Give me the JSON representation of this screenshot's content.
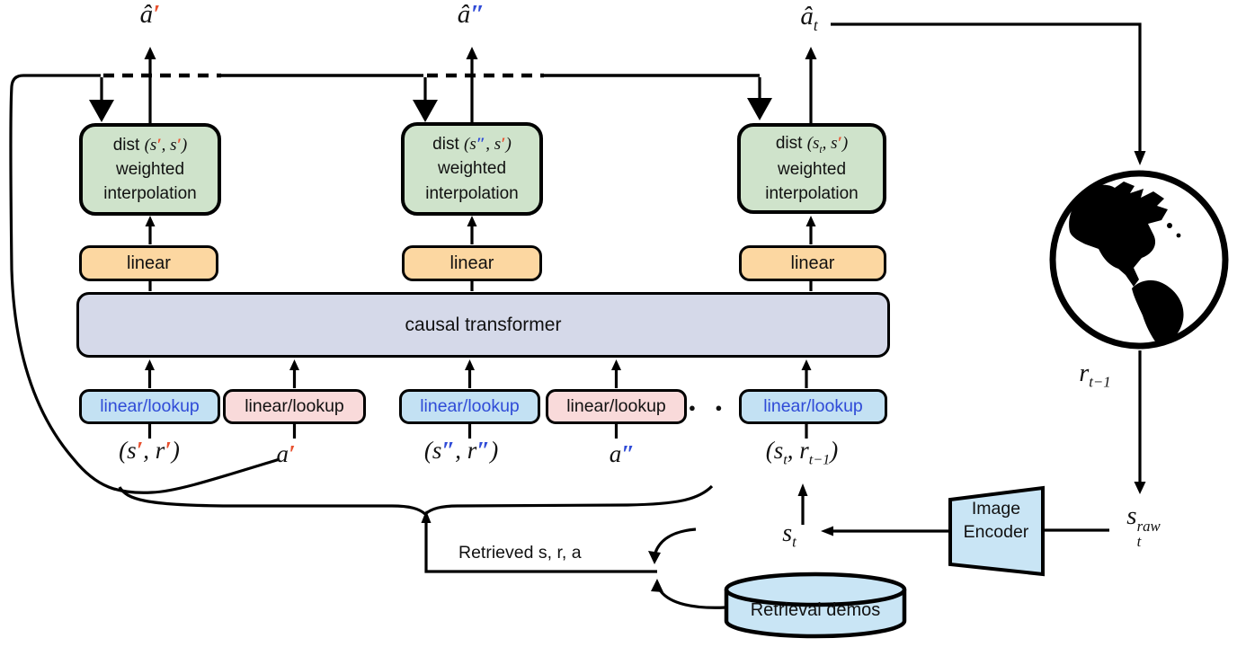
{
  "colors": {
    "dist_box_green": "#cfe3cb",
    "linear_box_orange": "#fcd7a1",
    "transformer_box_lavender": "#d5d9e9",
    "lookup_box_blue": "#c3e1f3",
    "lookup_box_pink": "#f9dada",
    "data_node_blue": "#c9e5f5",
    "prime_red": "#e8512f",
    "prime_blue": "#2f4bd7",
    "stroke_black": "#000000"
  },
  "outputs": {
    "col1": {
      "base": "â",
      "mark": "′"
    },
    "col2": {
      "base": "â",
      "mark": "″"
    },
    "col3": {
      "base": "â",
      "sub": "t"
    }
  },
  "dist_boxes": {
    "col1": {
      "fn": "dist",
      "open": "(",
      "s1": "s",
      "m1": "′",
      "sep": ", ",
      "s2": "s",
      "m2": "′",
      "close": ")",
      "line2": "weighted",
      "line3": "interpolation"
    },
    "col2": {
      "fn": "dist",
      "open": "(",
      "s1": "s",
      "m1": "″",
      "sep": ", ",
      "s2": "s",
      "m2": "′",
      "close": ")",
      "line2": "weighted",
      "line3": "interpolation"
    },
    "col3": {
      "fn": "dist",
      "open": "(",
      "s1": "s",
      "sub1": "t",
      "sep": ", ",
      "s2": "s",
      "m2": "′",
      "close": ")",
      "line2": "weighted",
      "line3": "interpolation"
    }
  },
  "linear_label": "linear",
  "transformer_label": "causal transformer",
  "lookup_label": "linear/lookup",
  "dots": "● ● ●",
  "inputs": {
    "pair1": {
      "open": "(",
      "s": "s",
      "sm": "′",
      "sep": ", ",
      "r": "r",
      "rm": "′",
      "close": ")"
    },
    "act1": {
      "base": "a",
      "mark": "′"
    },
    "pair2": {
      "open": "(",
      "s": "s",
      "sm": "″",
      "sep": ", ",
      "r": "r",
      "rm": "″",
      "close": ")"
    },
    "act2": {
      "base": "a",
      "mark": "″"
    },
    "pair3": {
      "open": "(",
      "s": "s",
      "ssub": "t",
      "sep": ", ",
      "r": "r",
      "rsub": "t−1",
      "close": ")"
    }
  },
  "bottom": {
    "retrieved_label": "Retrieved s, r, a",
    "current_state": {
      "base": "s",
      "sub": "t"
    },
    "encoder_line1": "Image",
    "encoder_line2": "Encoder",
    "retrieval_db_label": "Retrieval demos",
    "raw_state": {
      "base": "s",
      "sub": "t",
      "sup": "raw"
    }
  },
  "right_side": {
    "reward": {
      "base": "r",
      "sub": "t−1"
    }
  }
}
